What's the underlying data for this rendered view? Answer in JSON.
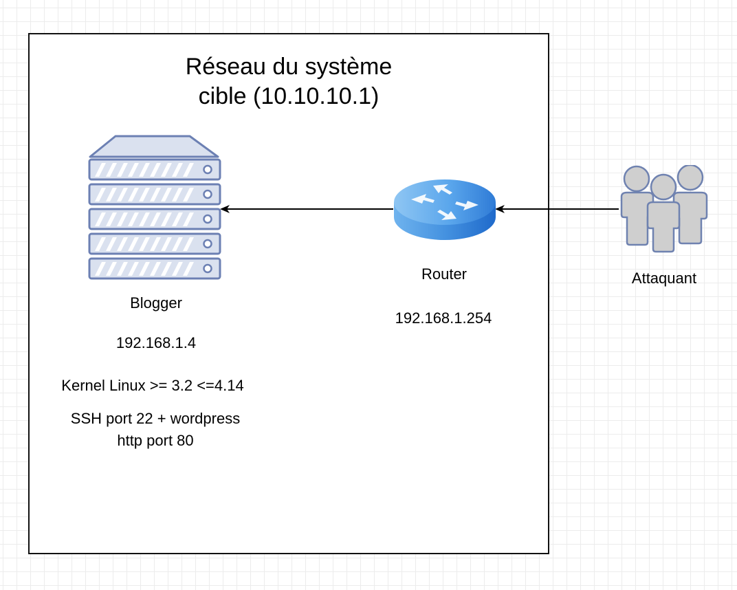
{
  "diagram": {
    "title_line1": "Réseau du système",
    "title_line2": "cible (10.10.10.1)",
    "nodes": {
      "server": {
        "name": "Blogger",
        "ip": "192.168.1.4",
        "kernel": "Kernel Linux >= 3.2 <=4.14",
        "services_line1": "SSH port 22 + wordpress",
        "services_line2": "http port 80",
        "icon": "server-icon"
      },
      "router": {
        "name": "Router",
        "ip": "192.168.1.254",
        "icon": "router-icon"
      },
      "attacker": {
        "name": "Attaquant",
        "icon": "users-group-icon"
      }
    },
    "edges": [
      {
        "from": "Attaquant",
        "to": "Router"
      },
      {
        "from": "Router",
        "to": "Blogger"
      }
    ],
    "colors": {
      "server_fill": "#dae1ef",
      "server_stroke": "#6c80b3",
      "router_blue": "#3b8be0",
      "users_gray": "#cfcfcf",
      "users_stroke": "#6f82b0"
    }
  }
}
